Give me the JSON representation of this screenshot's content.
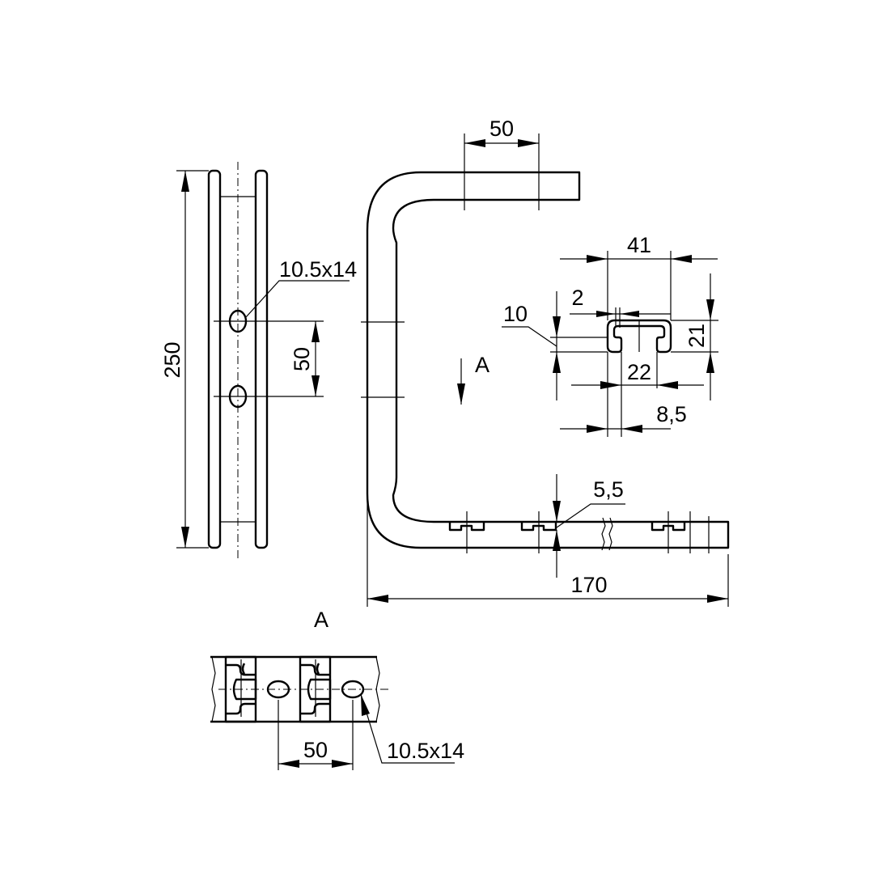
{
  "dimensions": {
    "side_height": "250",
    "side_hole_pitch": "50",
    "side_hole_size": "10.5x14",
    "top_length": "50",
    "channel_width": "41",
    "channel_lip": "2",
    "channel_lip_depth": "10",
    "channel_height": "21",
    "channel_opening": "22",
    "channel_offset": "8,5",
    "slot_depth": "5,5",
    "overall_width": "170",
    "view_a_pitch": "50",
    "view_a_hole_size": "10.5x14"
  },
  "labels": {
    "section_arrow": "A",
    "view_title": "A"
  }
}
